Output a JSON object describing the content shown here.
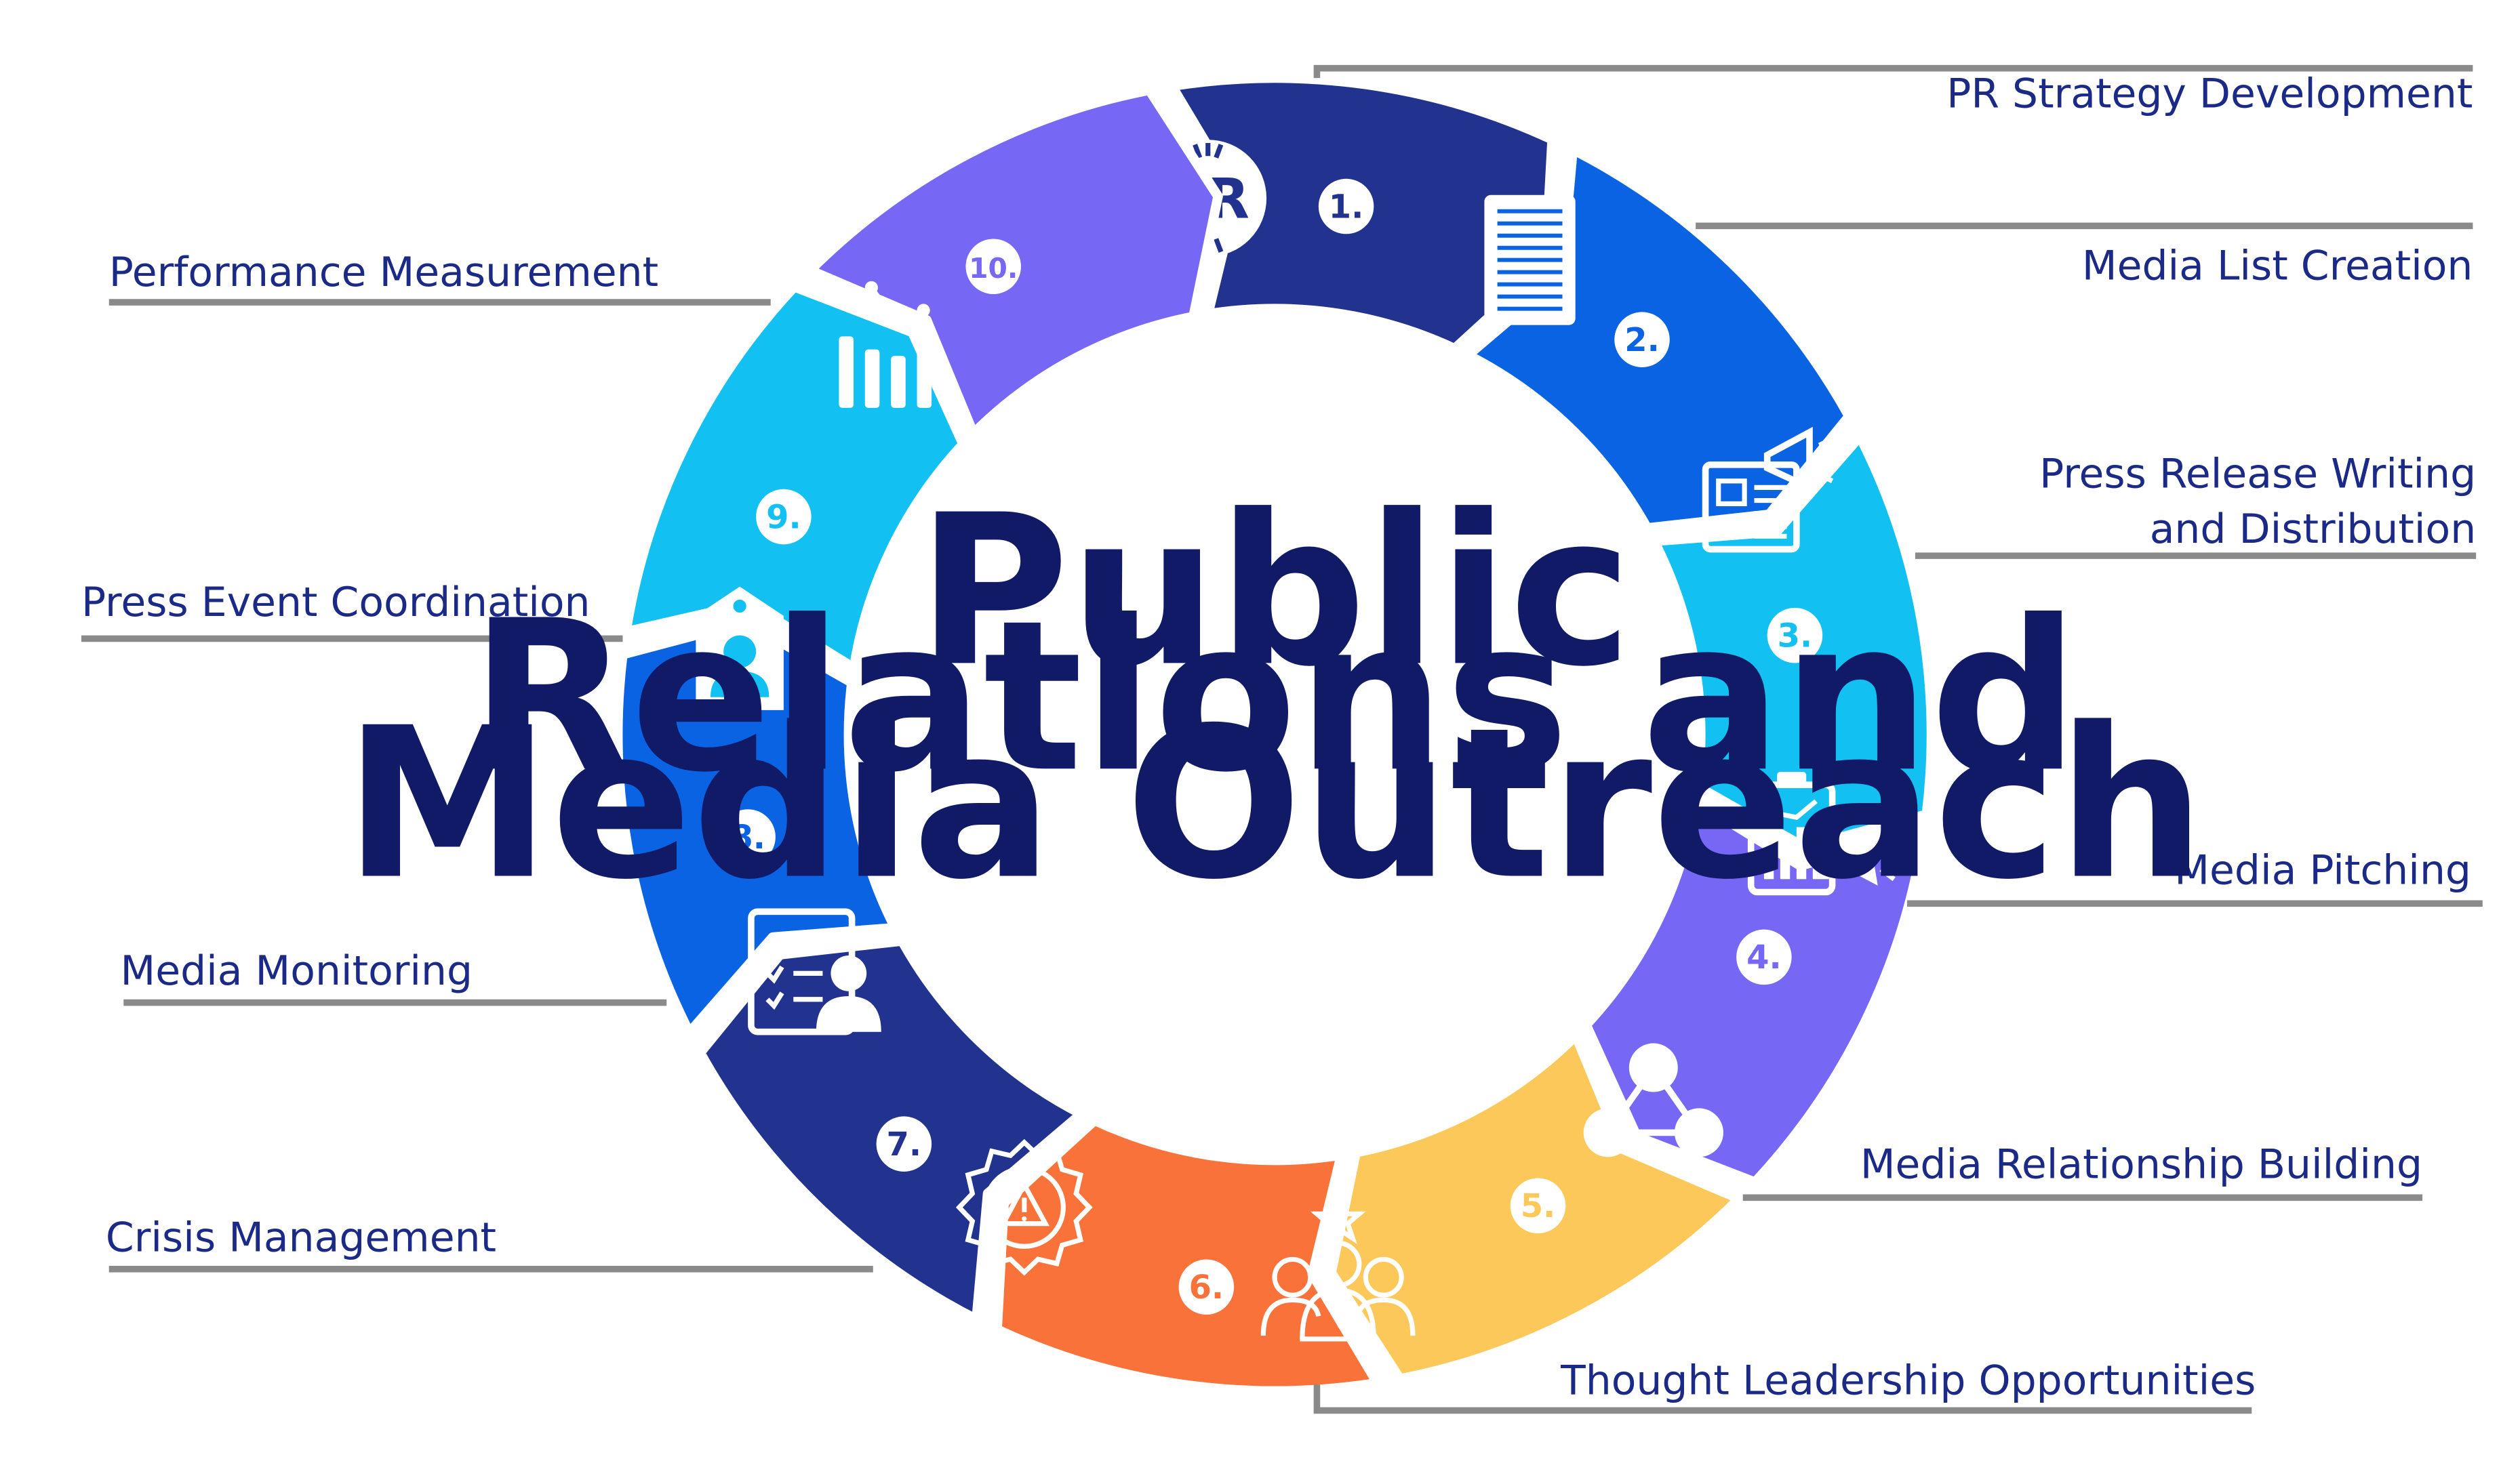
{
  "title_lines": [
    "Public",
    "Relations and",
    "Media Outreach"
  ],
  "steps": [
    {
      "number": "1.",
      "label_lines": [
        "PR Strategy Development"
      ],
      "color": "#22338f",
      "icon": "pr-badge-icon"
    },
    {
      "number": "2.",
      "label_lines": [
        "Media List Creation"
      ],
      "color": "#0a63e2",
      "icon": "document-icon"
    },
    {
      "number": "3.",
      "label_lines": [
        "Press Release Writing",
        "and Distribution"
      ],
      "color": "#12c0f2",
      "icon": "newspaper-megaphone-icon"
    },
    {
      "number": "4.",
      "label_lines": [
        "Media Pitching"
      ],
      "color": "#7668f5",
      "icon": "clipboard-chart-megaphone-icon"
    },
    {
      "number": "5.",
      "label_lines": [
        "Media Relationship Building"
      ],
      "color": "#fcc85a",
      "icon": "network-nodes-icon"
    },
    {
      "number": "6.",
      "label_lines": [
        "Thought Leadership Opportunities"
      ],
      "color": "#f87239",
      "icon": "leader-group-icon"
    },
    {
      "number": "7.",
      "label_lines": [
        "Crisis Management"
      ],
      "color": "#22338f",
      "icon": "gear-warning-icon"
    },
    {
      "number": "8.",
      "label_lines": [
        "Media Monitoring"
      ],
      "color": "#0a63e2",
      "icon": "checklist-person-icon"
    },
    {
      "number": "9.",
      "label_lines": [
        "Press Event Coordination"
      ],
      "color": "#12c0f2",
      "icon": "badge-tag-icon"
    },
    {
      "number": "10.",
      "label_lines": [
        "Performance Measurement"
      ],
      "color": "#7668f5",
      "icon": "bar-chart-trend-icon"
    }
  ],
  "colors": {
    "title": "#111a66",
    "label": "#1b2a86",
    "leader": "#8a8a8a"
  }
}
